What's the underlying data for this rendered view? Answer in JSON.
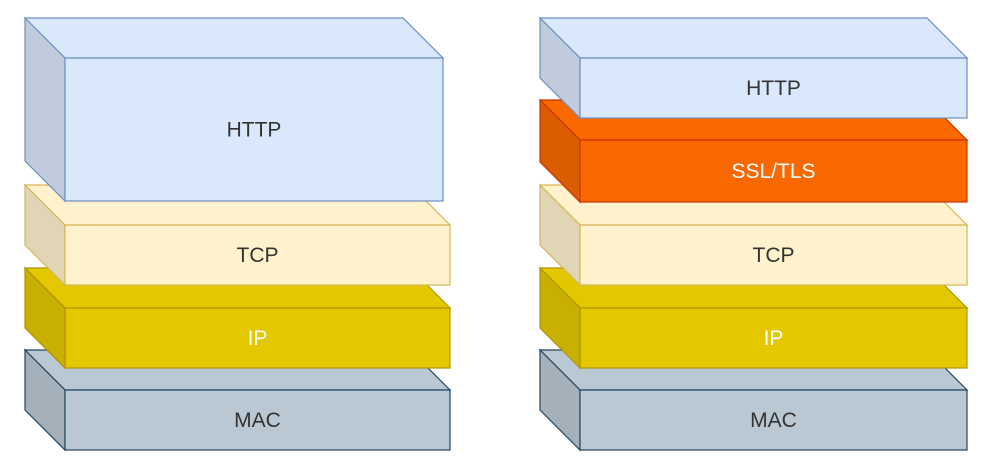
{
  "stacks": [
    {
      "layers": [
        {
          "label": "HTTP",
          "color": "#dae8fc",
          "text_color": "#333333"
        },
        {
          "label": "TCP",
          "color": "#fff2cc",
          "text_color": "#333333"
        },
        {
          "label": "IP",
          "color": "#e3c800",
          "text_color": "#ffffff"
        },
        {
          "label": "MAC",
          "color": "#bac8d3",
          "text_color": "#333333"
        }
      ]
    },
    {
      "layers": [
        {
          "label": "HTTP",
          "color": "#dae8fc",
          "text_color": "#333333"
        },
        {
          "label": "SSL/TLS",
          "color": "#fa6800",
          "text_color": "#ffffff"
        },
        {
          "label": "TCP",
          "color": "#fff2cc",
          "text_color": "#333333"
        },
        {
          "label": "IP",
          "color": "#e3c800",
          "text_color": "#ffffff"
        },
        {
          "label": "MAC",
          "color": "#bac8d3",
          "text_color": "#333333"
        }
      ]
    }
  ]
}
